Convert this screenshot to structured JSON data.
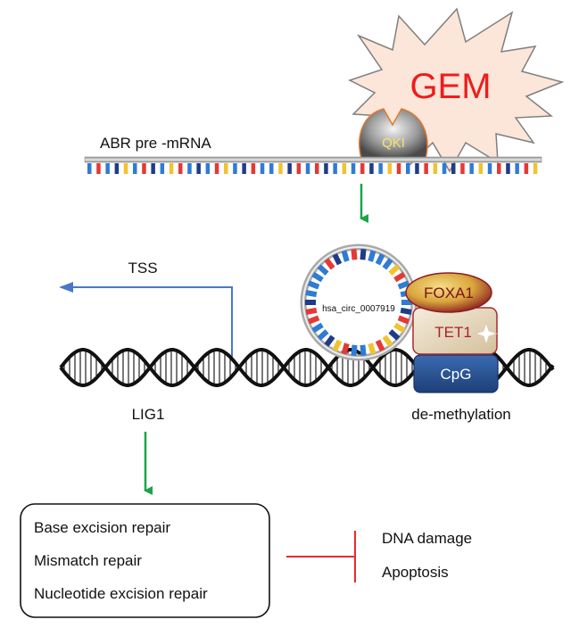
{
  "trigger": {
    "label": "GEM"
  },
  "binding_protein": {
    "label": "QKI"
  },
  "pre_mrna": {
    "label": "ABR pre -mRNA"
  },
  "circ_rna": {
    "label": "hsa_circ_0007919"
  },
  "complex": {
    "foxa1": "FOXA1",
    "tet1": "TET1",
    "cpg": "CpG"
  },
  "demethylation": {
    "label": "de-methylation"
  },
  "tss": {
    "label": "TSS"
  },
  "gene": {
    "label": "LIG1"
  },
  "repair_pathways": {
    "items": [
      "Base excision repair",
      "Mismatch repair",
      "Nucleotide excision repair"
    ]
  },
  "outcomes": {
    "items": [
      "DNA damage",
      "Apoptosis"
    ]
  },
  "colors": {
    "starburst_fill": "#fbe6d9",
    "starburst_text": "#ee1c1c",
    "qki_text": "#f7e36b",
    "activation_arrow": "#1aa44a",
    "tss_arrow": "#4a78c8",
    "inhibition_line": "#e8292f",
    "foxa1_fill": "#a6232b",
    "tet1_fill": "#e9dcc6",
    "cpg_fill": "#2a5596",
    "base_colors": [
      "#2f7bd6",
      "#e53935",
      "#f2c230",
      "#1f3c88"
    ]
  }
}
